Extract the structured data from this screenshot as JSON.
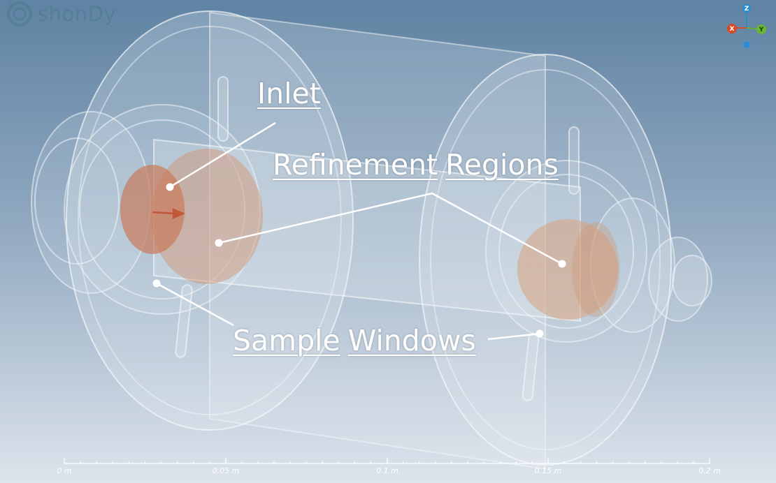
{
  "app": {
    "logo_text": "shonDy"
  },
  "annotations": {
    "inlet": "Inlet",
    "refinement_word1": "Refinement",
    "refinement_word2": "Regions",
    "sample_word1": "Sample",
    "sample_word2": "Windows"
  },
  "scale_bar": {
    "ticks": [
      "0 m",
      "0.05 m",
      "0.1 m",
      "0.15 m",
      "0.2 m"
    ]
  },
  "orientation_triad": {
    "z": "Z",
    "x": "X",
    "y": "Y"
  },
  "colors": {
    "background_top": "#5f83a3",
    "background_bottom": "#dde4ec",
    "refinement_region": "#c98b6a",
    "annotation": "#ffffff"
  }
}
